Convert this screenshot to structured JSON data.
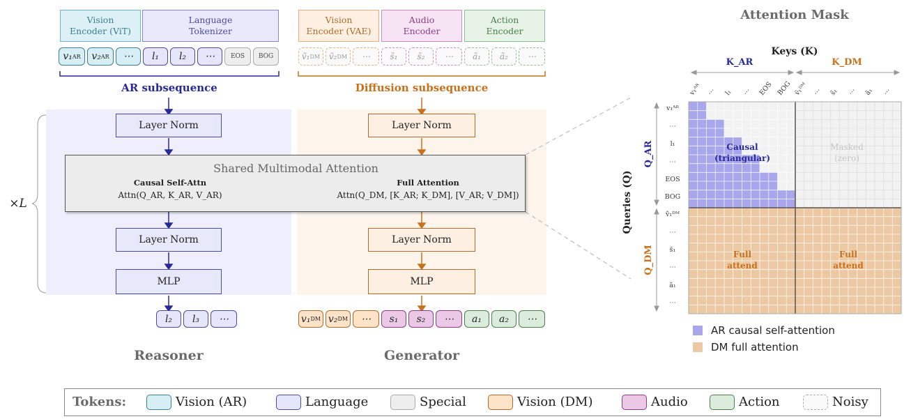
{
  "encoders": {
    "vit": [
      "Vision",
      "Encoder (ViT)"
    ],
    "tokenizer": [
      "Language",
      "Tokenizer"
    ],
    "vae": [
      "Vision",
      "Encoder (VAE)"
    ],
    "audio": [
      "Audio",
      "Encoder"
    ],
    "action": [
      "Action",
      "Encoder"
    ]
  },
  "ar_input_tokens": [
    "v₁",
    "v₂",
    "⋯",
    "l₁",
    "l₂",
    "⋯",
    "EOS",
    "BOG"
  ],
  "dm_input_tokens": [
    "ṽ₁",
    "ṽ₂",
    "⋯",
    "s̃₁",
    "s̃₂",
    "⋯",
    "ã₁",
    "ã₂",
    "⋯"
  ],
  "ar_subsequence_label": "AR subsequence",
  "dm_subsequence_label": "Diffusion subsequence",
  "layer_norm_label": "Layer Norm",
  "mlp_label": "MLP",
  "repeat_label": "×L",
  "shared_attention": {
    "title": "Shared Multimodal Attention",
    "causal_title": "Causal Self-Attn",
    "causal_formula": "Attn(Q_AR, K_AR, V_AR)",
    "full_title": "Full Attention",
    "full_formula": "Attn(Q_DM, [K_AR; K_DM], [V_AR; V_DM])"
  },
  "ar_output_tokens": [
    "l₂",
    "l₃",
    "⋯"
  ],
  "dm_output_tokens": [
    "v₁",
    "v₂",
    "⋯",
    "s₁",
    "s₂",
    "⋯",
    "a₁",
    "a₂",
    "⋯"
  ],
  "reasoner_label": "Reasoner",
  "generator_label": "Generator",
  "attention_mask": {
    "title": "Attention Mask",
    "keys_label": "Keys (K)",
    "queries_label": "Queries (Q)",
    "k_ar": "K_AR",
    "k_dm": "K_DM",
    "q_ar": "Q_AR",
    "q_dm": "Q_DM",
    "key_ticks": [
      "v₁ᴬᴿ",
      "⋯",
      "l₁",
      "⋯",
      "EOS",
      "BOG",
      "ṽ₁ᴰᴹ",
      "⋯",
      "s̃₁",
      "⋯",
      "ã₁",
      "⋯"
    ],
    "query_ticks": [
      "v₁ᴬᴿ",
      "⋯",
      "l₁",
      "⋯",
      "EOS",
      "BOG",
      "ṽ₁ᴰᴹ",
      "⋯",
      "s̃₁",
      "⋯",
      "ã₁",
      "⋯"
    ],
    "causal_label": [
      "Causal",
      "(triangular)"
    ],
    "masked_label": [
      "Masked",
      "(zero)"
    ],
    "full_label": [
      "Full",
      "attend"
    ],
    "legend": [
      "AR causal self-attention",
      "DM full attention"
    ],
    "colors": {
      "ar": "#a9a7ec",
      "dm": "#ecc9a3",
      "masked": "#f2f2f2"
    }
  },
  "legend": {
    "title": "Tokens:",
    "items": [
      "Vision (AR)",
      "Language",
      "Special",
      "Vision (DM)",
      "Audio",
      "Action",
      "Noisy"
    ]
  },
  "colors": {
    "ar_blue": "#28289a",
    "dm_orange": "#c8701a",
    "vision": "#d7eef5",
    "language": "#e6e6fb",
    "special": "#eeeeee",
    "vision_dm": "#fde3c8",
    "audio": "#eac8e6",
    "action": "#dcecdc",
    "noisy": "#fafafa"
  }
}
